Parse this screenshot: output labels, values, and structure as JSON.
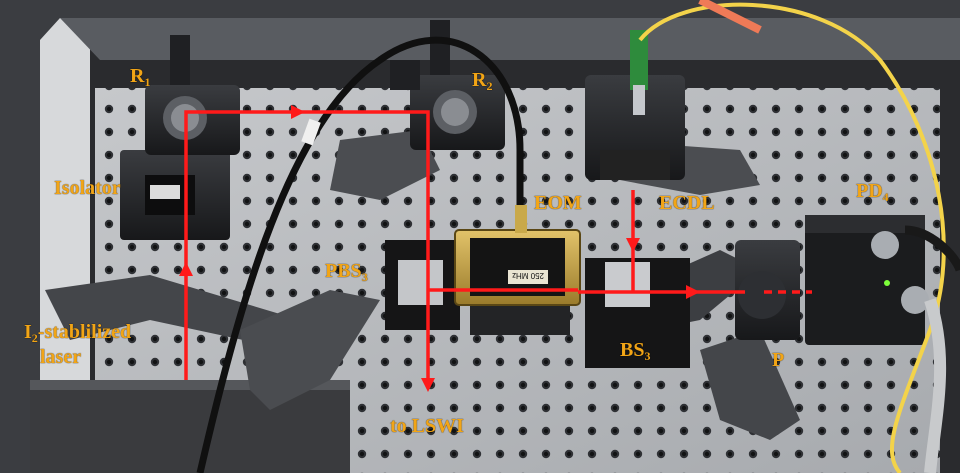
{
  "colors": {
    "label": "#f2a516",
    "beam": "#ff1a1a",
    "fiber": "#f3d34a",
    "breadboard": "#b9bcc0"
  },
  "labels": {
    "r1_base": "R",
    "r1_sub": "1",
    "r2_base": "R",
    "r2_sub": "2",
    "isolator": "Isolator",
    "eom": "EOM",
    "ecdl": "ECDL",
    "pd4_base": "PD",
    "pd4_sub": "4",
    "pbs3_base": "PBS",
    "pbs3_sub": "3",
    "laser_line1_base": "I",
    "laser_line1_sub": "2",
    "laser_line1_rest": "-stablilized",
    "laser_line2": "laser",
    "bs3_base": "BS",
    "bs3_sub": "3",
    "p": "P",
    "lswi": "to LSWI"
  },
  "device_text": {
    "eom_freq": "250 MHz"
  }
}
